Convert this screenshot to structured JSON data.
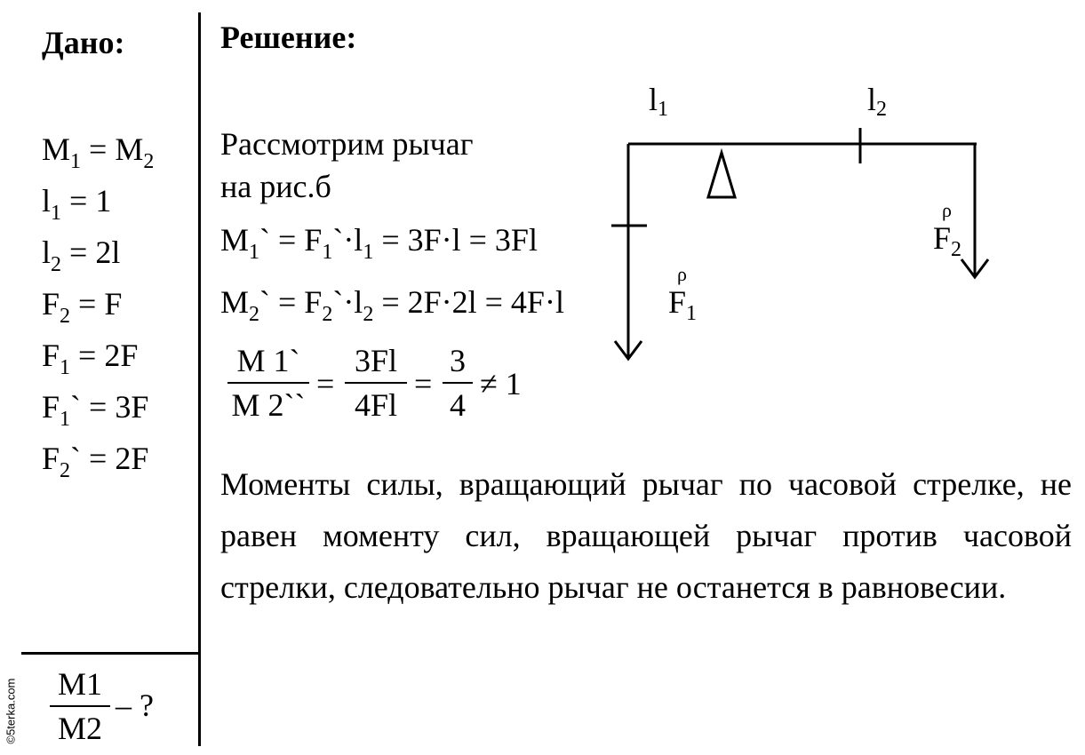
{
  "given": {
    "title": "Дано:",
    "lines": [
      {
        "main": "M",
        "sub": "1",
        "rest": " = M",
        "sub2": "2"
      },
      {
        "main": "l",
        "sub": "1",
        "rest": " = 1",
        "sub2": ""
      },
      {
        "main": "l",
        "sub": "2",
        "rest": " = 2l",
        "sub2": ""
      },
      {
        "main": "F",
        "sub": "2",
        "rest": " = F",
        "sub2": ""
      },
      {
        "main": "F",
        "sub": "1",
        "rest": " = 2F",
        "sub2": ""
      },
      {
        "main": "F",
        "sub": "1",
        "rest": "` = 3F",
        "sub2": ""
      },
      {
        "main": "F",
        "sub": "2",
        "rest": "` = 2F",
        "sub2": ""
      }
    ],
    "find": {
      "num": "M1",
      "den": "M2",
      "suffix": "– ?"
    }
  },
  "solution": {
    "title": "Решение:",
    "intro_line1": "Рассмотрим рычаг",
    "intro_line2": "на рис.б",
    "eq1": {
      "a": "M",
      "as": "1",
      "b": "` = F",
      "bs": "1",
      "c": "`·l",
      "cs": "1",
      "d": " = 3F·l = 3Fl"
    },
    "eq2": {
      "a": "M",
      "as": "2",
      "b": "` = F",
      "bs": "2",
      "c": "`·l",
      "cs": "2",
      "d": " = 2F·2l = 4F·l"
    },
    "ratio": {
      "f1_num": "M 1`",
      "f1_den": "M 2``",
      "eq": "=",
      "f2_num": "3Fl",
      "f2_den": "4Fl",
      "f3_num": "3",
      "f3_den": "4",
      "tail": "≠ 1"
    },
    "conclusion": "Моменты силы, вращающий рычаг по часовой стрелке, не равен моменту сил, вращающей рычаг против часовой стрелки, следовательно рычаг не останется в равновесии."
  },
  "diagram": {
    "label_l1": "l",
    "label_l1_sub": "1",
    "label_l2": "l",
    "label_l2_sub": "2",
    "label_f1": "F",
    "label_f1_sub": "1",
    "label_f2": "F",
    "label_f2_sub": "2",
    "vec_mark": "ρ"
  },
  "watermark": "©5terka.com"
}
